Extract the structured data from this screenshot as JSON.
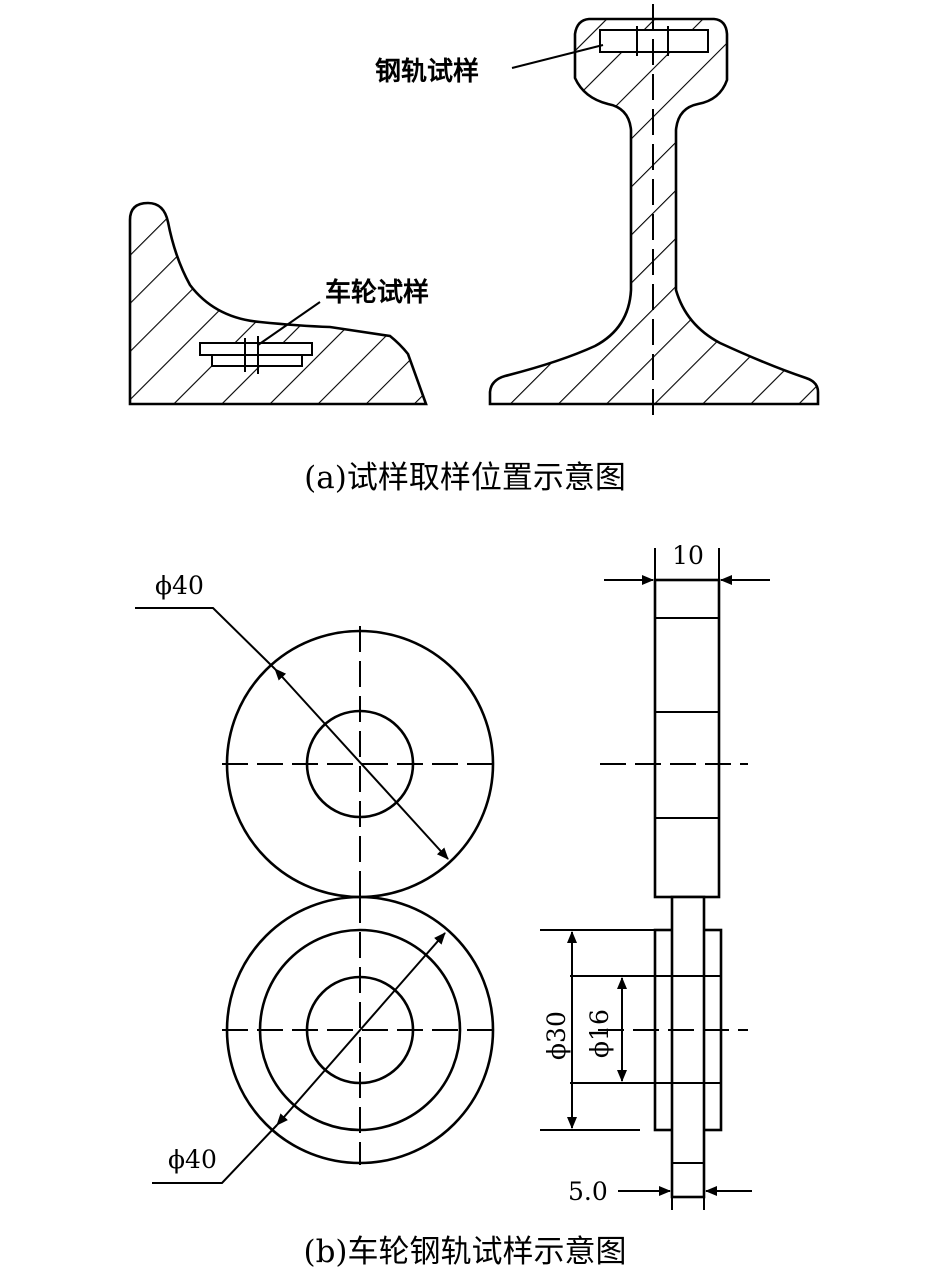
{
  "labels": {
    "rail_sample": "钢轨试样",
    "wheel_sample": "车轮试样"
  },
  "captions": {
    "a": "(a)试样取样位置示意图",
    "b": "(b)车轮钢轨试样示意图"
  },
  "dimensions": {
    "width_10": "10",
    "dia_40_top": "ϕ40",
    "dia_40_bottom": "ϕ40",
    "dia_30": "ϕ30",
    "dia_16": "ϕ16",
    "thick_5": "5.0"
  }
}
